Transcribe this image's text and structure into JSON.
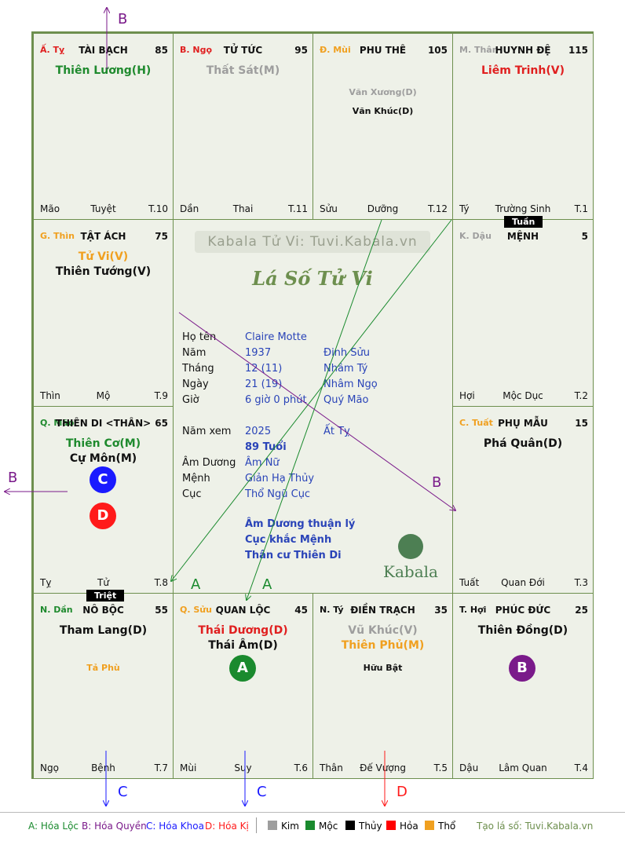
{
  "palaces": [
    {
      "id": "tai-bach",
      "branch": "Ấ. Tỵ",
      "branch_color": "#e02020",
      "name": "TÀI BẠCH",
      "num": "85",
      "stars": [
        {
          "t": "Thiên Lương(H)",
          "c": "#1f8a2e"
        }
      ],
      "mid": [],
      "bottom_left": "Mão",
      "bottom_center": "Tuyệt",
      "bottom_right": "T.10"
    },
    {
      "id": "tu-tuc",
      "branch": "B. Ngọ",
      "branch_color": "#e02020",
      "name": "TỬ TỨC",
      "num": "95",
      "stars": [
        {
          "t": "Thất Sát(M)",
          "c": "#9e9e9e"
        }
      ],
      "mid": [],
      "bottom_left": "Dần",
      "bottom_center": "Thai",
      "bottom_right": "T.11"
    },
    {
      "id": "phu-the",
      "branch": "Đ. Mùi",
      "branch_color": "#f0a020",
      "name": "PHU THÊ",
      "num": "105",
      "stars": [],
      "mid": [
        {
          "t": "Văn Xương(D)",
          "c": "#9e9e9e"
        },
        {
          "t": "Văn Khúc(D)",
          "c": "#111"
        }
      ],
      "bottom_left": "Sửu",
      "bottom_center": "Dưỡng",
      "bottom_right": "T.12"
    },
    {
      "id": "huynh-de",
      "branch": "M. Thân",
      "branch_color": "#9e9e9e",
      "name": "HUYNH ĐỆ",
      "num": "115",
      "stars": [
        {
          "t": "Liêm Trinh(V)",
          "c": "#e02020"
        }
      ],
      "mid": [],
      "bottom_left": "Tý",
      "bottom_center": "Trường Sinh",
      "bottom_right": "T.1"
    },
    {
      "id": "tat-ach",
      "branch": "G. Thìn",
      "branch_color": "#f0a020",
      "name": "TẬT ÁCH",
      "num": "75",
      "stars": [
        {
          "t": "Tử Vi(V)",
          "c": "#f0a020"
        },
        {
          "t": "Thiên Tướng(V)",
          "c": "#111"
        }
      ],
      "mid": [],
      "bottom_left": "Thìn",
      "bottom_center": "Mộ",
      "bottom_right": "T.9"
    },
    {
      "id": "menh",
      "branch": "K. Dậu",
      "branch_color": "#9e9e9e",
      "name": "MỆNH",
      "num": "5",
      "stars": [],
      "mid": [],
      "bottom_left": "Hợi",
      "bottom_center": "Mộc Dục",
      "bottom_right": "T.2"
    },
    {
      "id": "thien-di",
      "branch": "Q. Mão",
      "branch_color": "#1f8a2e",
      "name": "THIÊN DI <THÂN>",
      "num": "65",
      "stars": [
        {
          "t": "Thiên Cơ(M)",
          "c": "#1f8a2e"
        },
        {
          "t": "Cự Môn(M)",
          "c": "#111"
        }
      ],
      "mid": [],
      "bottom_left": "Tỵ",
      "bottom_center": "Tử",
      "bottom_right": "T.8"
    },
    {
      "id": "phu-mau",
      "branch": "C. Tuất",
      "branch_color": "#f0a020",
      "name": "PHỤ MẪU",
      "num": "15",
      "stars": [
        {
          "t": "Phá Quân(D)",
          "c": "#111"
        }
      ],
      "mid": [],
      "bottom_left": "Tuất",
      "bottom_center": "Quan Đới",
      "bottom_right": "T.3"
    },
    {
      "id": "no-boc",
      "branch": "N. Dần",
      "branch_color": "#1f8a2e",
      "name": "NÔ BỘC",
      "num": "55",
      "stars": [
        {
          "t": "Tham Lang(D)",
          "c": "#111"
        }
      ],
      "mid": [
        {
          "t": "Tả Phù",
          "c": "#f0a020"
        }
      ],
      "bottom_left": "Ngọ",
      "bottom_center": "Bệnh",
      "bottom_right": "T.7"
    },
    {
      "id": "quan-loc",
      "branch": "Q. Sửu",
      "branch_color": "#f0a020",
      "name": "QUAN LỘC",
      "num": "45",
      "stars": [
        {
          "t": "Thái Dương(D)",
          "c": "#e02020"
        },
        {
          "t": "Thái Âm(D)",
          "c": "#111"
        }
      ],
      "mid": [],
      "bottom_left": "Mùi",
      "bottom_center": "Suy",
      "bottom_right": "T.6"
    },
    {
      "id": "dien-trach",
      "branch": "N. Tý",
      "branch_color": "#111",
      "name": "ĐIỀN TRẠCH",
      "num": "35",
      "stars": [
        {
          "t": "Vũ Khúc(V)",
          "c": "#9e9e9e"
        },
        {
          "t": "Thiên Phủ(M)",
          "c": "#f0a020"
        }
      ],
      "mid": [
        {
          "t": "Hữu Bật",
          "c": "#111"
        }
      ],
      "bottom_left": "Thân",
      "bottom_center": "Đế Vượng",
      "bottom_right": "T.5"
    },
    {
      "id": "phuc-duc",
      "branch": "T. Hợi",
      "branch_color": "#111",
      "name": "PHÚC ĐỨC",
      "num": "25",
      "stars": [
        {
          "t": "Thiên Đồng(D)",
          "c": "#111"
        }
      ],
      "mid": [],
      "bottom_left": "Dậu",
      "bottom_center": "Lâm Quan",
      "bottom_right": "T.4"
    }
  ],
  "tags": {
    "tuan": "Tuần",
    "triet": "Triệt"
  },
  "circles": {
    "c": "C",
    "d": "D",
    "a": "A",
    "b": "B",
    "colors": {
      "c": "#1a1aff",
      "d": "#ff1a1a",
      "a": "#1a8a2e",
      "b": "#7a1a8a"
    }
  },
  "center": {
    "watermark": "Kabala Tử Vi: Tuvi.Kabala.vn",
    "title": "Lá Số Tử Vi",
    "rows": [
      {
        "k": "Họ tên",
        "v1": "Claire Motte",
        "v2": ""
      },
      {
        "k": "Năm",
        "v1": "1937",
        "v2": "Đinh Sửu"
      },
      {
        "k": "Tháng",
        "v1": "12  (11)",
        "v2": "Nhâm Tý"
      },
      {
        "k": "Ngày",
        "v1": "21  (19)",
        "v2": "Nhâm Ngọ"
      },
      {
        "k": "Giờ",
        "v1": "6 giờ 0 phút",
        "v2": "Quý Mão"
      },
      {
        "k": "Năm xem",
        "v1": "2025",
        "v2": "Ất Tỵ"
      },
      {
        "k": "",
        "v1": "89 Tuổi",
        "v2": ""
      },
      {
        "k": "Âm Dương",
        "v1": "Âm Nữ",
        "v2": ""
      },
      {
        "k": "Mệnh",
        "v1": "Giản Hạ Thủy",
        "v2": ""
      },
      {
        "k": "Cục",
        "v1": "Thổ Ngũ Cục",
        "v2": ""
      }
    ],
    "notes": [
      "Âm Dương thuận lý",
      "Cục khắc Mệnh",
      "Thân cư Thiên Di"
    ],
    "brand": "Kabala"
  },
  "arrows": {
    "a1": "A",
    "a2": "A",
    "b_top": "B",
    "b_left": "B",
    "b_mid": "B",
    "c1": "C",
    "c2": "C",
    "d1": "D"
  },
  "legend": {
    "a": "A: Hóa Lộc",
    "b": "B: Hóa Quyền",
    "c": "C: Hóa Khoa",
    "d": "D: Hóa Kị",
    "kim": "Kim",
    "moc": "Mộc",
    "thuy": "Thủy",
    "hoa": "Hỏa",
    "tho": "Thổ",
    "credit": "Tạo lá số: Tuvi.Kabala.vn",
    "colors": {
      "a": "#1a8a2e",
      "b": "#7a1a8a",
      "c": "#1a1aff",
      "d": "#ff1a1a",
      "kim": "#9e9e9e",
      "moc": "#1a8a2e",
      "thuy": "#000000",
      "hoa": "#ff0000",
      "tho": "#f0a020"
    }
  }
}
